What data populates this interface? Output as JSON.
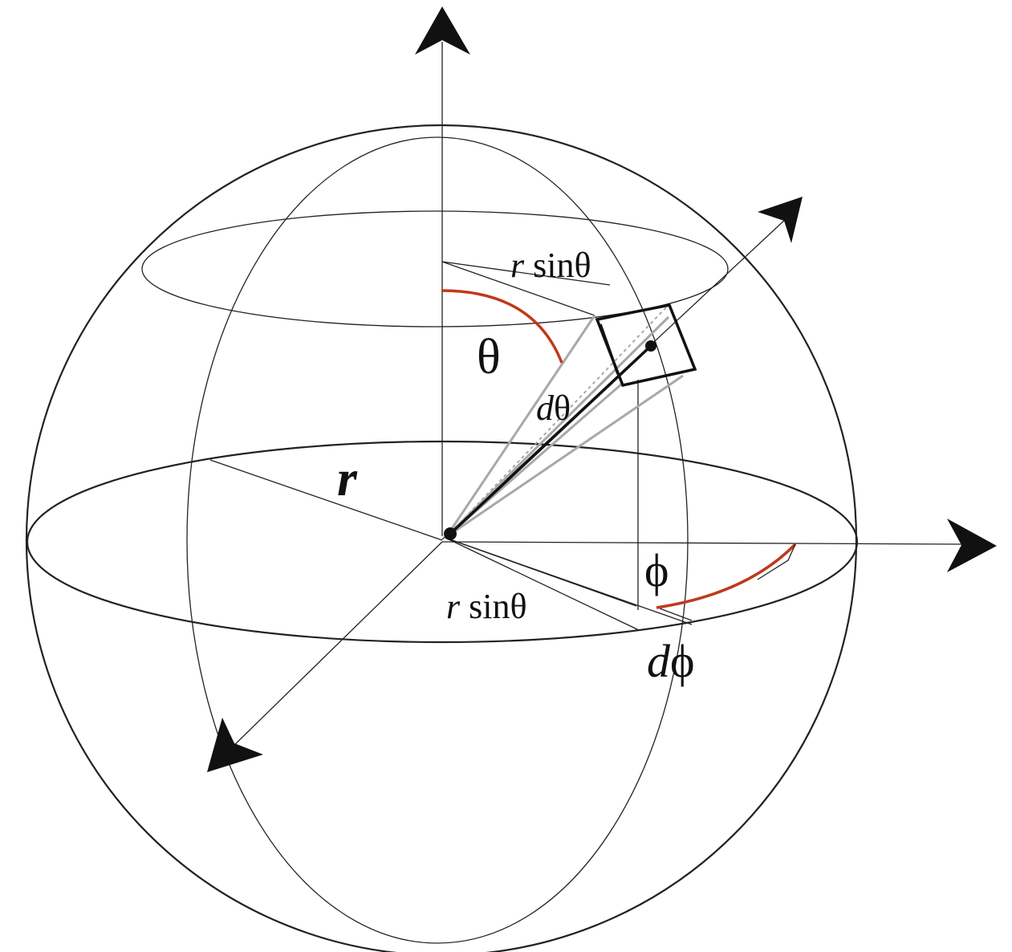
{
  "labels": {
    "r_radius": "r",
    "theta": "θ",
    "d_theta_d": "d",
    "d_theta_theta": "θ",
    "phi": "ϕ",
    "d_phi_d": "d",
    "d_phi_phi": "ϕ",
    "r_sin_upper_r": "r",
    "r_sin_upper_fn": " sinθ",
    "r_sin_lower_r": "r",
    "r_sin_lower_fn": " sinθ"
  },
  "colors": {
    "line": "#222222",
    "angle_arc": "#c0391b",
    "cone": "#a8a8a8"
  },
  "icons": [
    "arrowhead-icon",
    "point-marker-icon"
  ]
}
